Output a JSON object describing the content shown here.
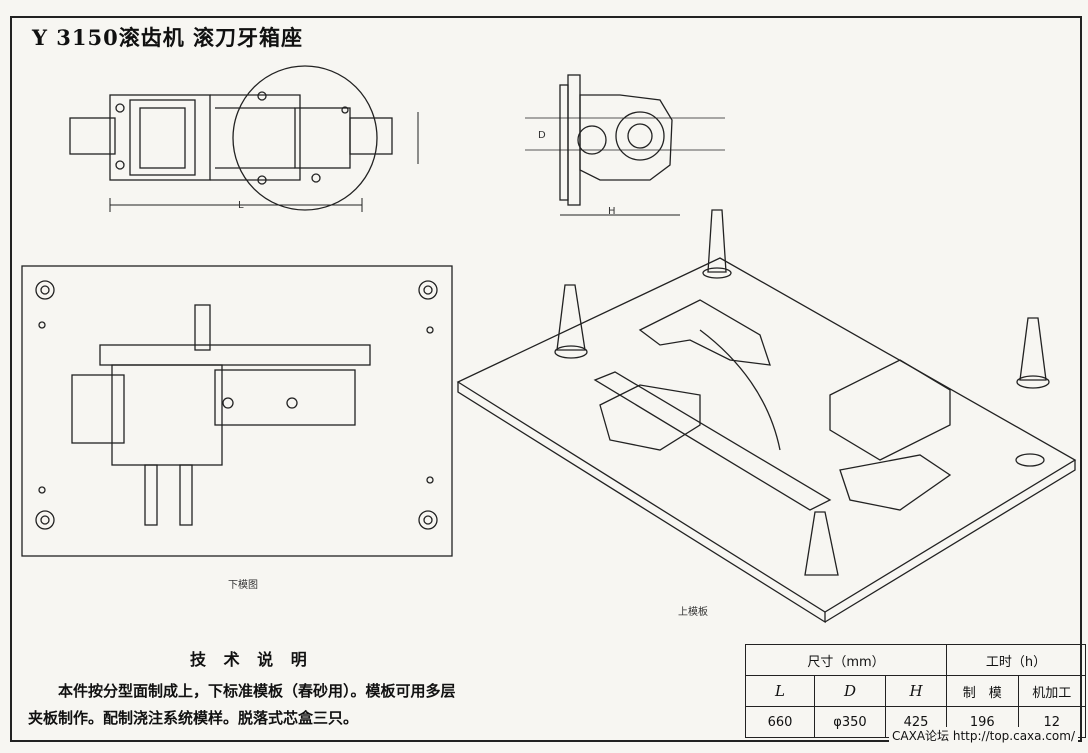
{
  "title": "Y 3150滚齿机   滚刀牙箱座",
  "labels": {
    "lower_view": "下模图",
    "upper_plate": "上模板",
    "dim_L": "L",
    "dim_H": "H",
    "dim_D": "D"
  },
  "tech": {
    "heading": "技 术 说 明",
    "body": "本件按分型面制成上，下标准模板（春砂用）。模板可用多层夹板制作。配制浇注系统模样。脱落式芯盒三只。"
  },
  "spec_table": {
    "size_header": "尺寸（mm）",
    "time_header": "工时（h）",
    "col_L": "L",
    "col_D": "D",
    "col_H": "H",
    "col_make": "制　模",
    "col_machine": "机加工",
    "val_L": "660",
    "val_D": "φ350",
    "val_H": "425",
    "val_make": "196",
    "val_machine": "12"
  },
  "watermark": "CAXA论坛 http://top.caxa.com/"
}
